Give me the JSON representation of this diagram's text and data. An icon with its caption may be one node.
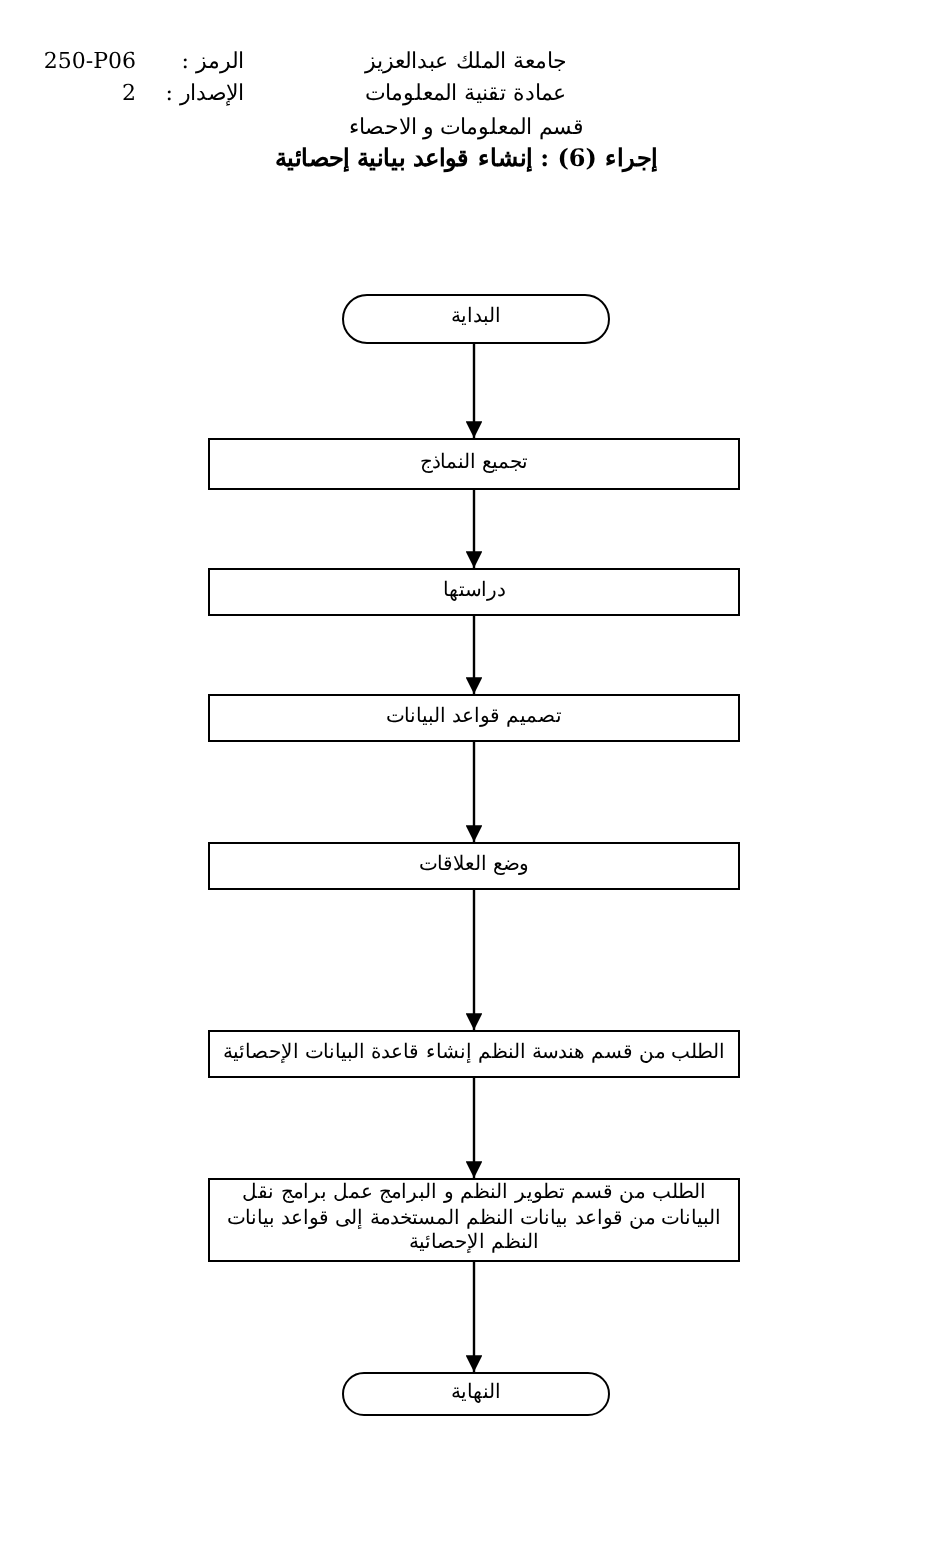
{
  "diagram": {
    "title": "إجراء (6) : إنشاء قواعد بيانية إحصائية",
    "nodes": [
      {
        "text": [
          "البداية"
        ]
      },
      {
        "text": [
          "تجميع النماذج"
        ]
      },
      {
        "text": [
          "دراستها"
        ]
      },
      {
        "text": [
          "تصميم قواعد البيانات"
        ]
      },
      {
        "text": [
          "وضع العلاقات"
        ]
      },
      {
        "text": [
          "الطلب من قسم هندسة النظم إنشاء قاعدة البيانات الإحصائية"
        ]
      },
      {
        "text": [
          "الطلب من قسم تطوير النظم و البرامج عمل برامج نقل البيانات من قواعد بيانات النظم المستخدمة إلى قواعد بيانات النظم الإحصائية"
        ]
      },
      {
        "text": [
          "النهاية"
        ]
      }
    ],
    "edges": [
      {
        "from": 0,
        "to": 1,
        "arrow": "to"
      },
      {
        "from": 1,
        "to": 2,
        "arrow": "to"
      },
      {
        "from": 2,
        "to": 3,
        "arrow": "to"
      },
      {
        "from": 3,
        "to": 4,
        "arrow": "to"
      },
      {
        "from": 4,
        "to": 5,
        "arrow": "to"
      },
      {
        "from": 5,
        "to": 6,
        "arrow": "to"
      },
      {
        "from": 6,
        "to": 7,
        "arrow": "to"
      }
    ],
    "labels": [
      "250-P06",
      "الرمز :",
      "جامعة الملك عبدالعزيز",
      "2",
      "الإصدار :",
      "عمادة تقنية المعلومات",
      "قسم المعلومات و الاحصاء"
    ]
  }
}
